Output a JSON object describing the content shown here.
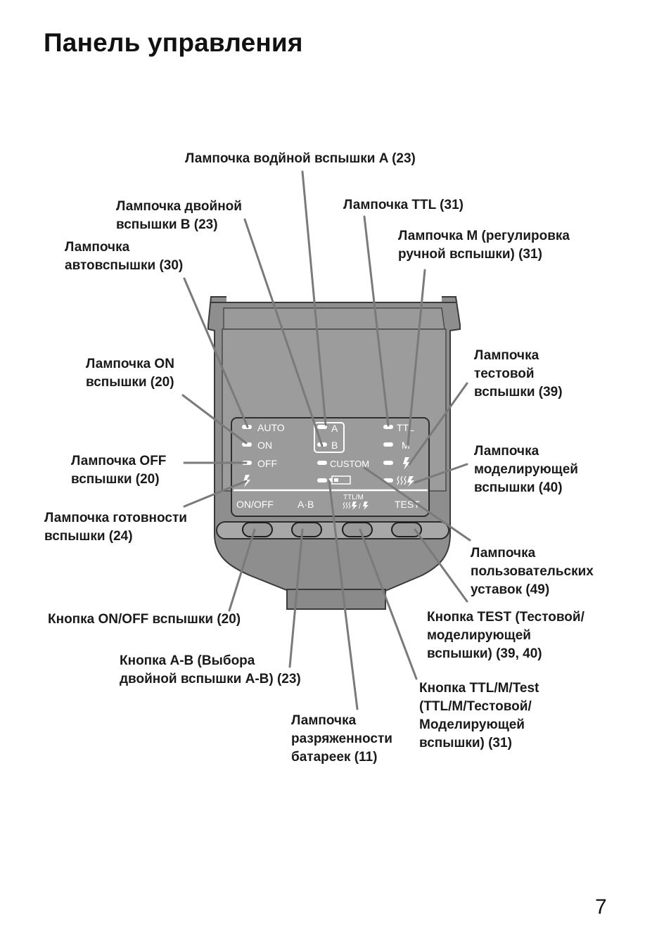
{
  "page": {
    "title": "Панель управления",
    "page_number": "7"
  },
  "callouts": {
    "lamp_wireless_a": "Лампочка водйной вспышки A (23)",
    "lamp_wireless_b": [
      "Лампочка двойной",
      "вспышки B (23)"
    ],
    "lamp_auto": [
      "Лампочка",
      "автовспышки (30)"
    ],
    "lamp_ttl": "Лампочка TTL (31)",
    "lamp_m": [
      "Лампочка M (регулировка",
      "ручной вспышки) (31)"
    ],
    "lamp_on": [
      "Лампочка ON",
      "вспышки (20)"
    ],
    "lamp_off": [
      "Лампочка OFF",
      "вспышки (20)"
    ],
    "lamp_ready": [
      "Лампочка готовности",
      "вспышки (24)"
    ],
    "lamp_test": [
      "Лампочка",
      "тестовой",
      "вспышки (39)"
    ],
    "lamp_modeling": [
      "Лампочка",
      "моделирующей",
      "вспышки (40)"
    ],
    "lamp_custom": [
      "Лампочка",
      "пользовательских",
      "уставок (49)"
    ],
    "btn_onoff": "Кнопка ON/OFF вспышки (20)",
    "btn_test": [
      "Кнопка TEST (Тестовой/",
      "моделирующей",
      "вспышки) (39, 40)"
    ],
    "btn_ab": [
      "Кнопка A-B (Выбора",
      "двойной вспышки A-B) (23)"
    ],
    "btn_ttlm": [
      "Кнопка TTL/M/Test",
      "(TTL/M/Тестовой/",
      "Моделирующей",
      "вспышки) (31)"
    ],
    "lamp_battery": [
      "Лампочка",
      "разряженности",
      "батареек (11)"
    ]
  },
  "panel": {
    "auto": "AUTO",
    "on": "ON",
    "off": "OFF",
    "a": "A",
    "b": "B",
    "custom": "CUSTOM",
    "ttl": "TTL",
    "m": "M",
    "btn_onoff": "ON/OFF",
    "btn_ab": "A·B",
    "btn_ttlm": "TTL/M",
    "btn_test": "TEST"
  }
}
